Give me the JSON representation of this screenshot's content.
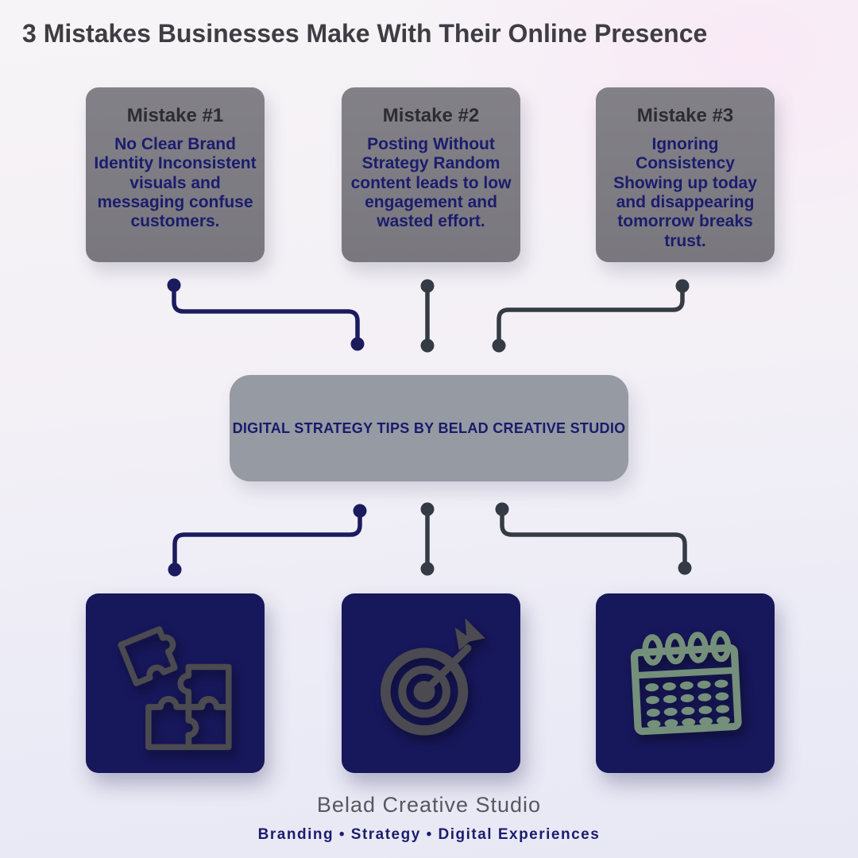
{
  "title": "3 Mistakes Businesses Make With Their Online Presence",
  "mistakes": [
    {
      "heading": "Mistake #1",
      "body": "No Clear Brand Identity Inconsistent visuals and messaging confuse customers."
    },
    {
      "heading": "Mistake #2",
      "body": "Posting Without Strategy Random content leads to low engagement and wasted effort."
    },
    {
      "heading": "Mistake #3",
      "body": "Ignoring Consistency Showing up today and disappearing tomorrow breaks trust."
    }
  ],
  "center": {
    "label": "DIGITAL STRATEGY TIPS BY BELAD CREATIVE STUDIO"
  },
  "bottom_icons": [
    {
      "name": "puzzle-icon"
    },
    {
      "name": "target-icon"
    },
    {
      "name": "calendar-icon"
    }
  ],
  "footer": {
    "studio": "Belad Creative Studio",
    "tagline": "Branding • Strategy • Digital Experiences"
  },
  "colors": {
    "background_top": "#f7f4f7",
    "background_pink_tint": "#f9eef7",
    "background_bottom": "#e8e8f5",
    "title_text": "#3e3d43",
    "mistake_box_bg": "#7d7c82",
    "mistake_heading_text": "#2d2c32",
    "mistake_body_text": "#1c1c6e",
    "center_box_bg": "#959aa3",
    "center_text": "#1a1a6b",
    "connector_navy": "#1b1b5e",
    "connector_slate": "#343b45",
    "bottom_box_bg": "#17175b",
    "icon_gray": "#4a4a50",
    "icon_green": "#75907a",
    "footer_studio_text": "#57575e",
    "footer_tagline_text": "#1c1c6e"
  }
}
